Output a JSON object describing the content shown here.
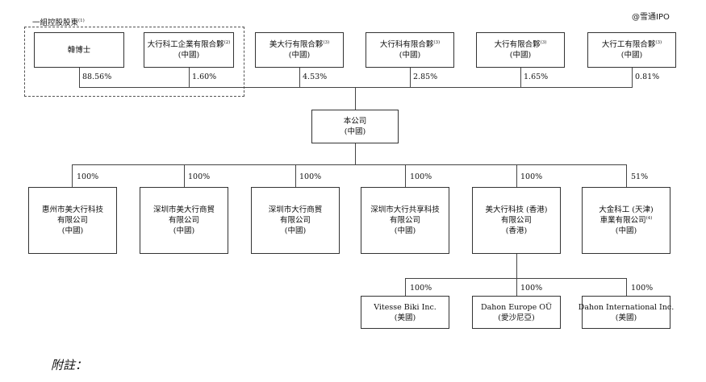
{
  "watermark": "@雪通IPO",
  "group_label": "一組控股股東",
  "group_label_note": "(1)",
  "shareholders": [
    {
      "name": "韓博士",
      "region": "",
      "note": "",
      "pct": "88.56%"
    },
    {
      "name": "大行科工企業有限合夥",
      "region": "(中國)",
      "note": "(2)",
      "pct": "1.60%"
    },
    {
      "name": "美大行有限合夥",
      "region": "(中國)",
      "note": "(3)",
      "pct": "4.53%"
    },
    {
      "name": "大行科有限合夥",
      "region": "(中國)",
      "note": "(3)",
      "pct": "2.85%"
    },
    {
      "name": "大行有限合夥",
      "region": "(中國)",
      "note": "(3)",
      "pct": "1.65%"
    },
    {
      "name": "大行工有限合夥",
      "region": "(中國)",
      "note": "(3)",
      "pct": "0.81%"
    }
  ],
  "company": {
    "name": "本公司",
    "region": "(中國)"
  },
  "subsidiaries": [
    {
      "line1": "惠州市美大行科技",
      "line2": "有限公司",
      "line3": "(中國)",
      "note": "",
      "pct": "100%"
    },
    {
      "line1": "深圳市美大行商貿",
      "line2": "有限公司",
      "line3": "(中國)",
      "note": "",
      "pct": "100%"
    },
    {
      "line1": "深圳市大行商貿",
      "line2": "有限公司",
      "line3": "(中國)",
      "note": "",
      "pct": "100%"
    },
    {
      "line1": "深圳市大行共享科技",
      "line2": "有限公司",
      "line3": "(中國)",
      "note": "",
      "pct": "100%"
    },
    {
      "line1": "美大行科技 (香港)",
      "line2": "有限公司",
      "line3": "(香港)",
      "note": "",
      "pct": "100%"
    },
    {
      "line1": "大金科工 (天津)",
      "line2": "車業有限公司",
      "line3": "(中國)",
      "note": "(4)",
      "pct": "51%"
    }
  ],
  "hk_subsidiaries": [
    {
      "line1": "Vitesse Biki Inc.",
      "line2": "(美國)",
      "pct": "100%"
    },
    {
      "line1": "Dahon Europe OÜ",
      "line2": "(愛沙尼亞)",
      "pct": "100%"
    },
    {
      "line1": "Dahon International Inc.",
      "line2": "(美國)",
      "pct": "100%"
    }
  ],
  "notes_heading": "附註："
}
